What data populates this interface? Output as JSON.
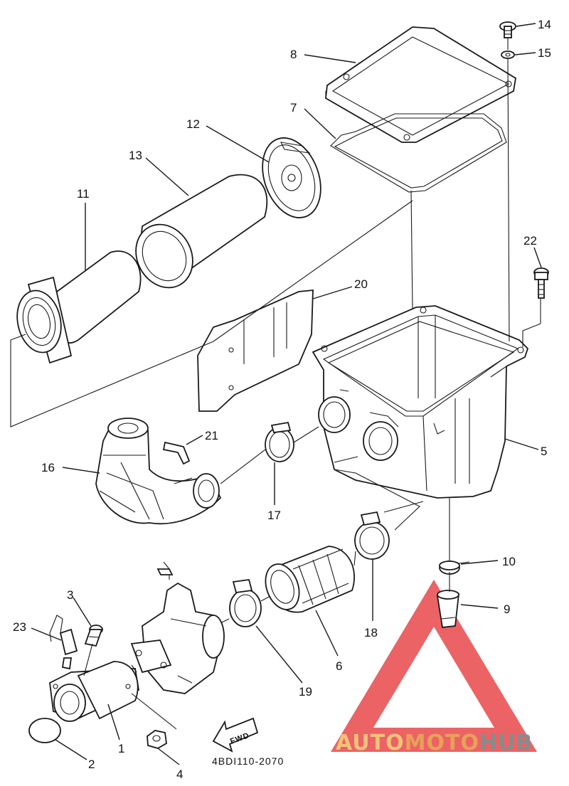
{
  "diagram_code": "4BDI110-2070",
  "fwd_label": "FWD",
  "watermark": {
    "prefix": "AUTO",
    "middle": "MOTO",
    "suffix": "HUB",
    "prefix_color": "#f2c27a",
    "middle_color": "#e8a05a",
    "suffix_color": "#8a8a8a",
    "logo_color": "#e8484a"
  },
  "parts": [
    {
      "num": "1"
    },
    {
      "num": "2"
    },
    {
      "num": "3"
    },
    {
      "num": "4"
    },
    {
      "num": "5"
    },
    {
      "num": "6"
    },
    {
      "num": "7"
    },
    {
      "num": "8"
    },
    {
      "num": "9"
    },
    {
      "num": "10"
    },
    {
      "num": "11"
    },
    {
      "num": "12"
    },
    {
      "num": "13"
    },
    {
      "num": "14"
    },
    {
      "num": "15"
    },
    {
      "num": "16"
    },
    {
      "num": "17"
    },
    {
      "num": "18"
    },
    {
      "num": "19"
    },
    {
      "num": "20"
    },
    {
      "num": "21"
    },
    {
      "num": "22"
    },
    {
      "num": "23"
    }
  ]
}
